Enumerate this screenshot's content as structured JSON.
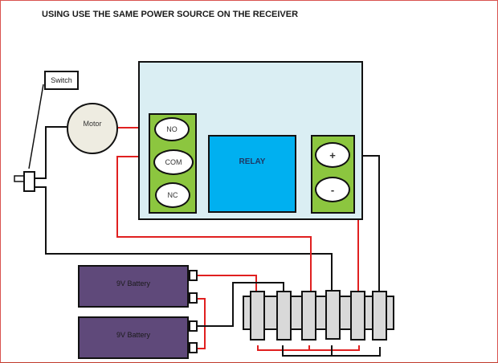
{
  "title": "USING USE THE SAME POWER SOURCE ON THE RECEIVER",
  "components": {
    "switch_label": "Switch",
    "motor_label": "Motor",
    "relay_label": "RELAY",
    "output_terminals": [
      "NO",
      "COM",
      "NC"
    ],
    "power_terminals": [
      "+",
      "-"
    ],
    "batteries": [
      "9V Battery",
      "9V Battery"
    ]
  },
  "colors": {
    "wire_positive": "#e02020",
    "wire_negative": "#111111",
    "receiver_board": "#daeef3",
    "terminal_block": "#8cc63f",
    "relay": "#00b0f0",
    "battery": "#5f497a",
    "motor": "#eeece1",
    "connector": "#d9d9d9"
  }
}
